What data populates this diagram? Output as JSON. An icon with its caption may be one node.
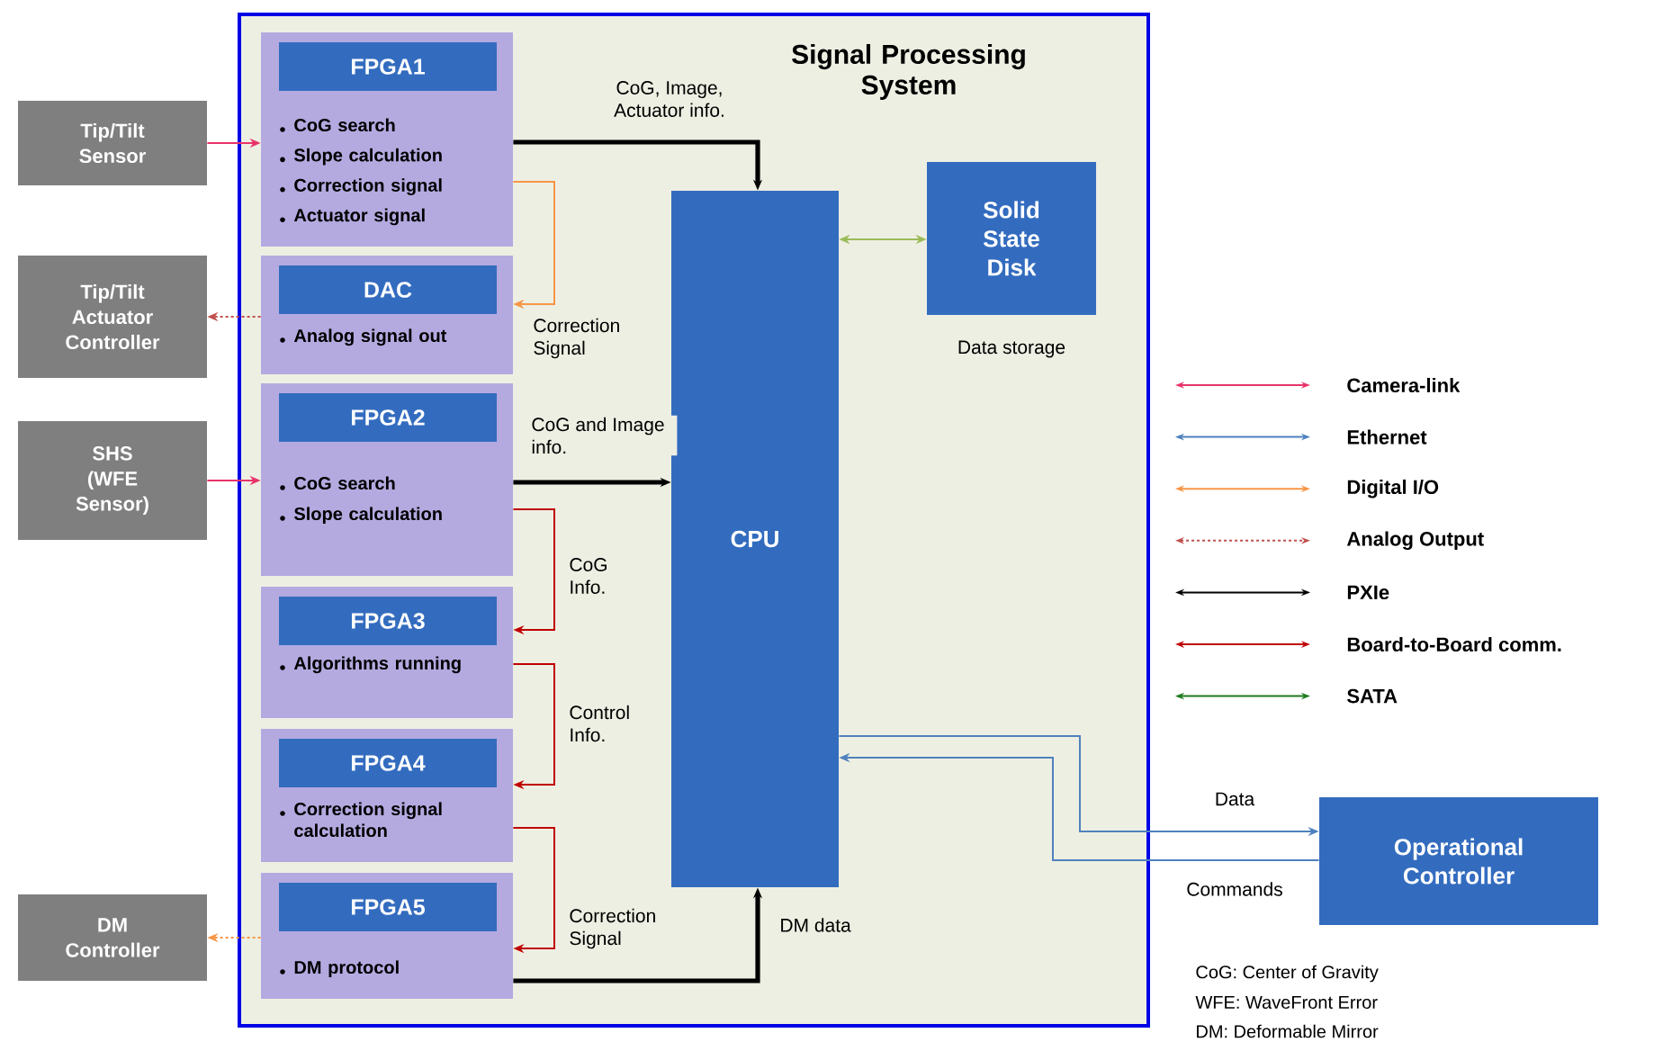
{
  "diagram": {
    "nodes": [
      {
        "text": [
          "Signal Processing System"
        ]
      },
      {
        "text": [
          "FPGA1",
          "CoG search",
          "Slope calculation",
          "Correction signal",
          "Actuator signal"
        ],
        "in": 0
      },
      {
        "text": [
          "DAC",
          "Analog signal out"
        ],
        "in": 0
      },
      {
        "text": [
          "FPGA2",
          "CoG search",
          "Slope calculation"
        ],
        "in": 0
      },
      {
        "text": [
          "FPGA3",
          "Algorithms running"
        ],
        "in": 0
      },
      {
        "text": [
          "FPGA4",
          "Correction signal calculation"
        ],
        "in": 0
      },
      {
        "text": [
          "FPGA5",
          "DM protocol"
        ],
        "in": 0
      },
      {
        "text": [
          "CPU"
        ],
        "in": 0
      },
      {
        "text": [
          "Solid State Disk"
        ],
        "in": 0,
        "beside": [
          "Data storage"
        ]
      },
      {
        "text": [
          "Tip/Tilt Sensor"
        ]
      },
      {
        "text": [
          "Tip/Tilt Actuator Controller"
        ]
      },
      {
        "text": [
          "SHS (WFE Sensor)"
        ]
      },
      {
        "text": [
          "DM Controller"
        ]
      },
      {
        "text": [
          "Operational Controller"
        ]
      }
    ],
    "edges": [
      {
        "from": 9,
        "to": 1,
        "arrow": "to",
        "color": "#e8336b"
      },
      {
        "from": 1,
        "to": 7,
        "arrow": "to",
        "label": "CoG, Image, Actuator info.",
        "style": "thick",
        "color": "#000000"
      },
      {
        "from": 1,
        "to": 2,
        "arrow": "to",
        "label": "Correction Signal",
        "color": "#f79646"
      },
      {
        "from": 2,
        "to": 10,
        "arrow": "to",
        "style": "dashed",
        "color": "#c0504d"
      },
      {
        "from": 11,
        "to": 3,
        "arrow": "to",
        "color": "#e8336b"
      },
      {
        "from": 3,
        "to": 7,
        "arrow": "to",
        "label": "CoG and Image info.",
        "style": "thick",
        "color": "#000000"
      },
      {
        "from": 3,
        "to": 4,
        "arrow": "to",
        "label": "CoG Info.",
        "color": "#c00000"
      },
      {
        "from": 4,
        "to": 5,
        "arrow": "to",
        "label": "Control Info.",
        "color": "#c00000"
      },
      {
        "from": 5,
        "to": 6,
        "arrow": "to",
        "label": "Correction Signal",
        "color": "#c00000"
      },
      {
        "from": 6,
        "to": 7,
        "arrow": "to",
        "label": "DM data",
        "style": "thick",
        "color": "#000000"
      },
      {
        "from": 6,
        "to": 12,
        "arrow": "to",
        "style": "dashed",
        "color": "#f79646"
      },
      {
        "from": 7,
        "to": 8,
        "arrow": "both",
        "color": "#9bbb59"
      },
      {
        "from": 7,
        "to": 13,
        "arrow": "to",
        "label": "Data",
        "color": "#4f81bd"
      },
      {
        "from": 13,
        "to": 7,
        "arrow": "to",
        "label": "Commands",
        "color": "#4f81bd"
      }
    ],
    "labels": [
      "CoG: Center of Gravity",
      "WFE: WaveFront Error",
      "DM: Deformable Mirror"
    ],
    "legend": [
      {
        "text": "Camera-link"
      },
      {
        "text": "Ethernet"
      },
      {
        "text": "Digital I/O"
      },
      {
        "text": "Analog Output"
      },
      {
        "text": "PXIe"
      },
      {
        "text": "Board-to-Board comm."
      },
      {
        "text": "SATA"
      }
    ]
  }
}
